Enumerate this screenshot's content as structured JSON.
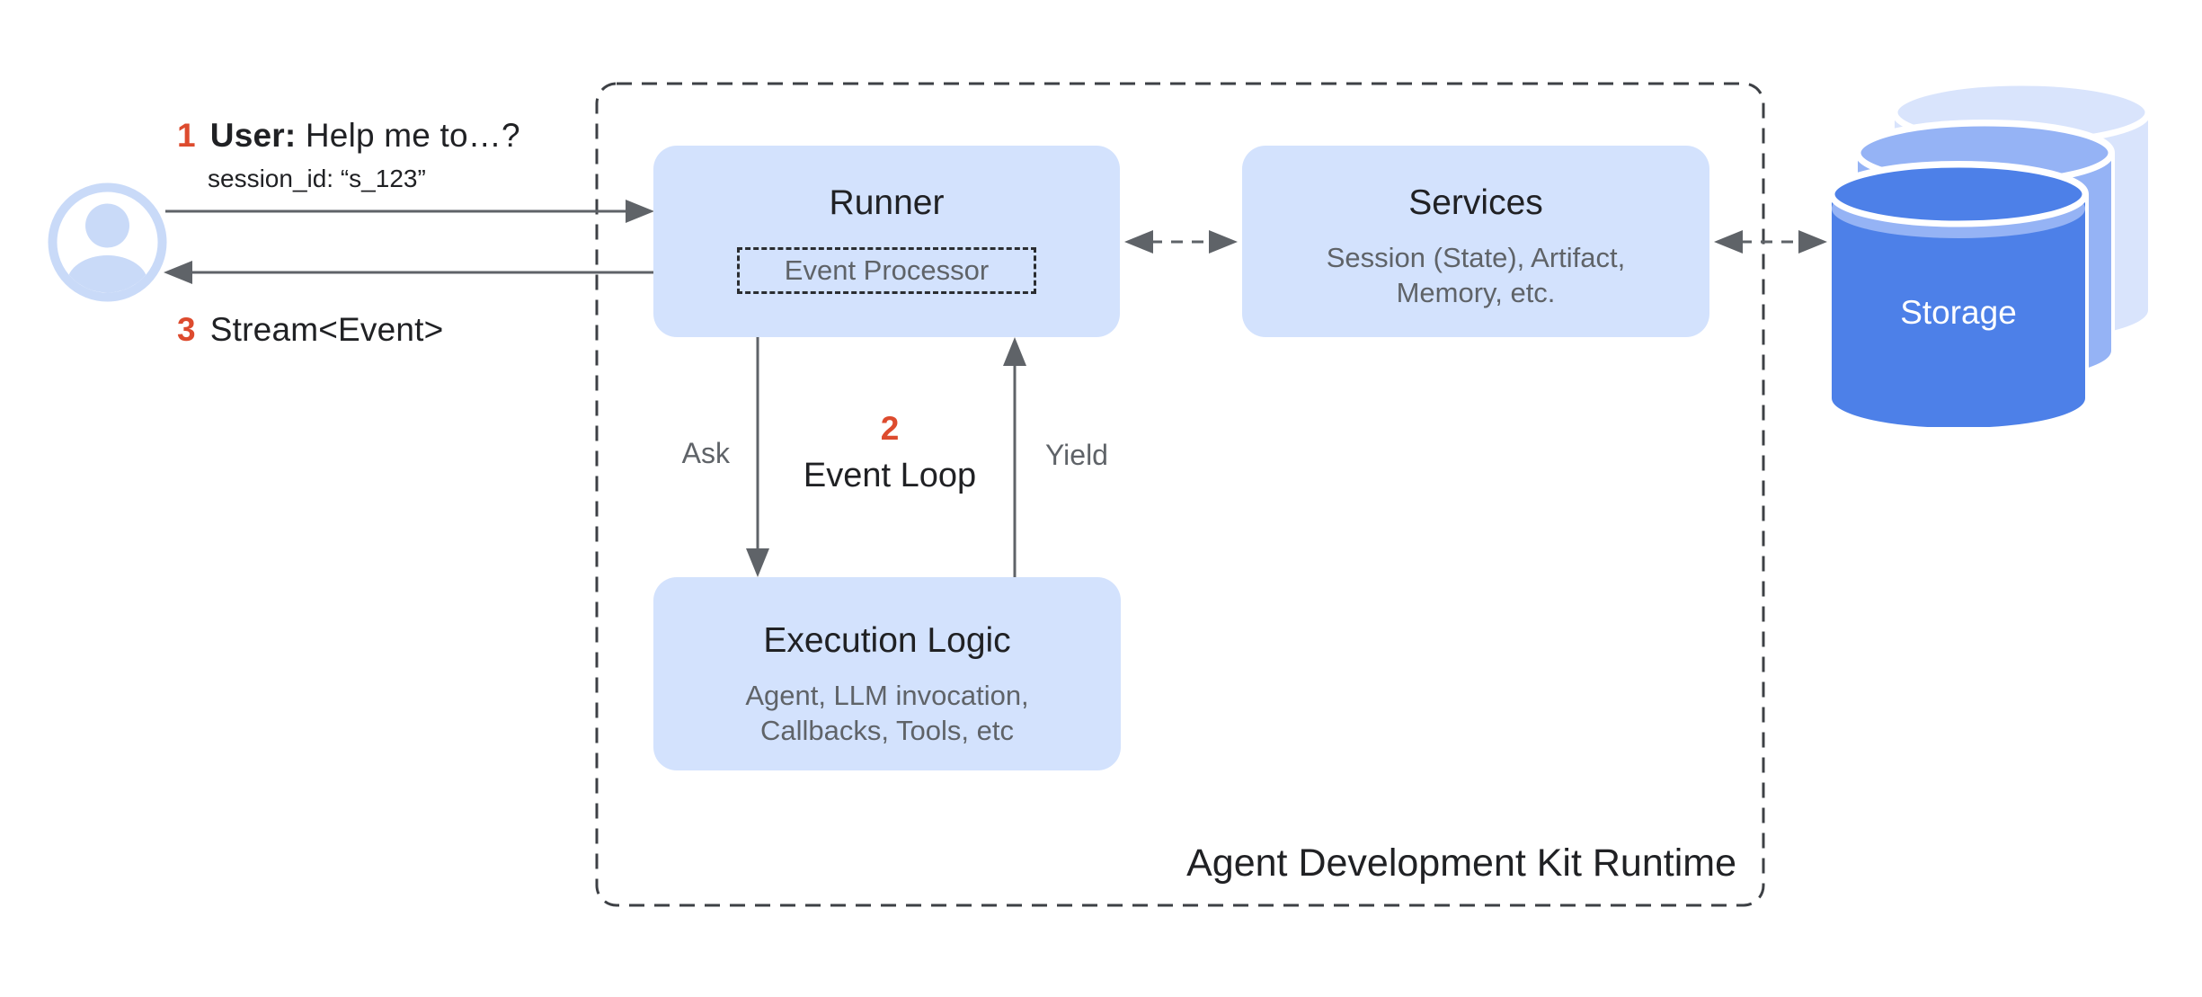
{
  "palette": {
    "node_fill": "#d3e2fd",
    "avatar_blue": "#c9daf8",
    "storage_front_blue": "#4d80e8",
    "storage_middle_blue": "#95b3f5",
    "storage_back_blue": "#d9e4fc",
    "step_number_red": "#dd4b2e",
    "arrow_gray": "#5f6368",
    "title_dark": "#202124",
    "subtitle_gray": "#5f6368"
  },
  "user_flow": {
    "step1_number": "1",
    "step1_label": "User:",
    "step1_text": "Help me to…?",
    "session_line": "session_id: “s_123”",
    "step3_number": "3",
    "step3_text": "Stream<Event>"
  },
  "runtime": {
    "boundary_label": "Agent Development Kit Runtime",
    "runner": {
      "title": "Runner",
      "event_processor_label": "Event Processor"
    },
    "services": {
      "title": "Services",
      "subtitle_line1": "Session (State), Artifact,",
      "subtitle_line2": "Memory, etc."
    },
    "execution_logic": {
      "title": "Execution Logic",
      "subtitle_line1": "Agent, LLM invocation,",
      "subtitle_line2": "Callbacks, Tools, etc"
    },
    "event_loop": {
      "step_number": "2",
      "label": "Event Loop",
      "ask_label": "Ask",
      "yield_label": "Yield"
    }
  },
  "storage": {
    "label": "Storage"
  }
}
